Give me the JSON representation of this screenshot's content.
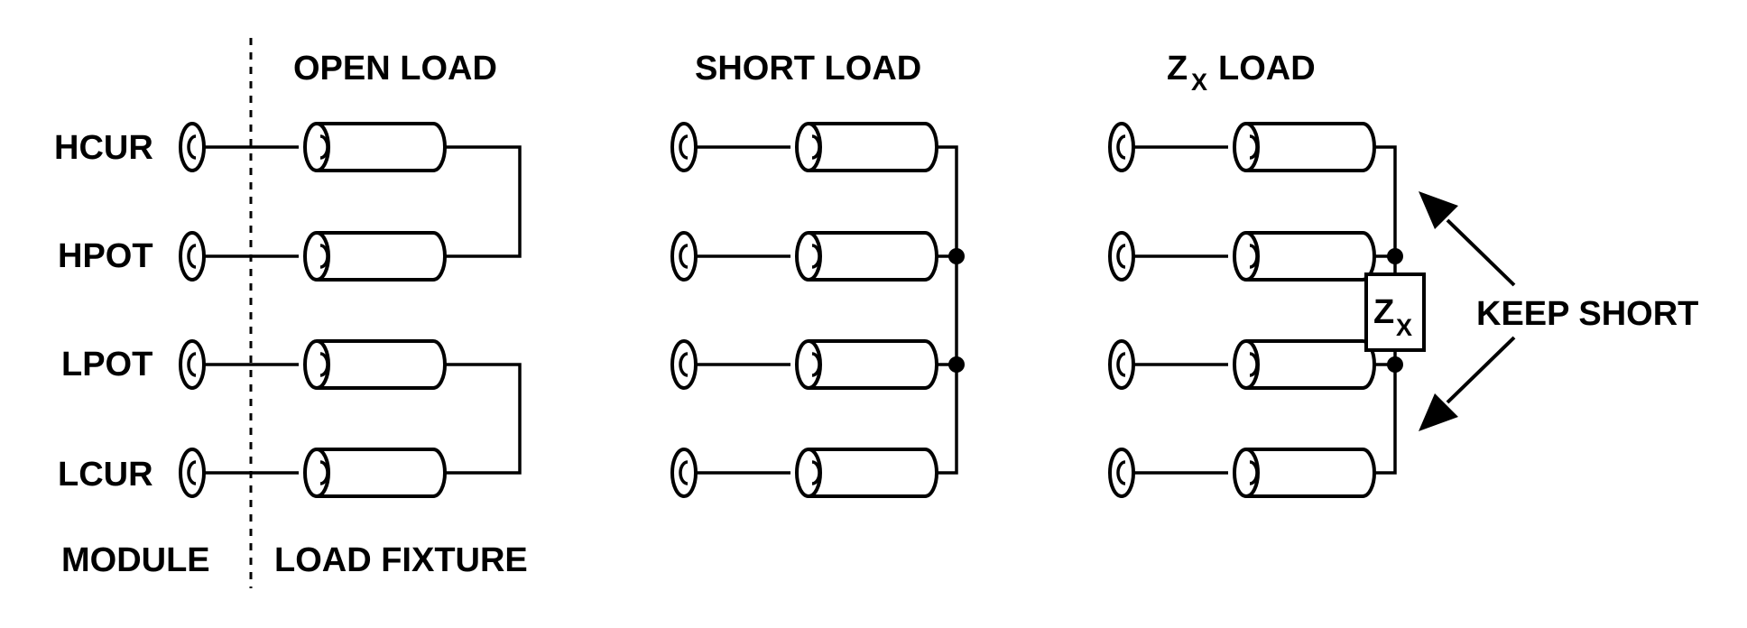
{
  "section_titles": {
    "open": "OPEN LOAD",
    "short": "SHORT LOAD",
    "zx_main": "Z",
    "zx_sub": "X",
    "zx_rest": "LOAD"
  },
  "terminals": [
    "HCUR",
    "HPOT",
    "LPOT",
    "LCUR"
  ],
  "footer": {
    "module": "MODULE",
    "fixture": "LOAD FIXTURE"
  },
  "impedance": {
    "main": "Z",
    "sub": "X"
  },
  "keep_short": "KEEP SHORT"
}
